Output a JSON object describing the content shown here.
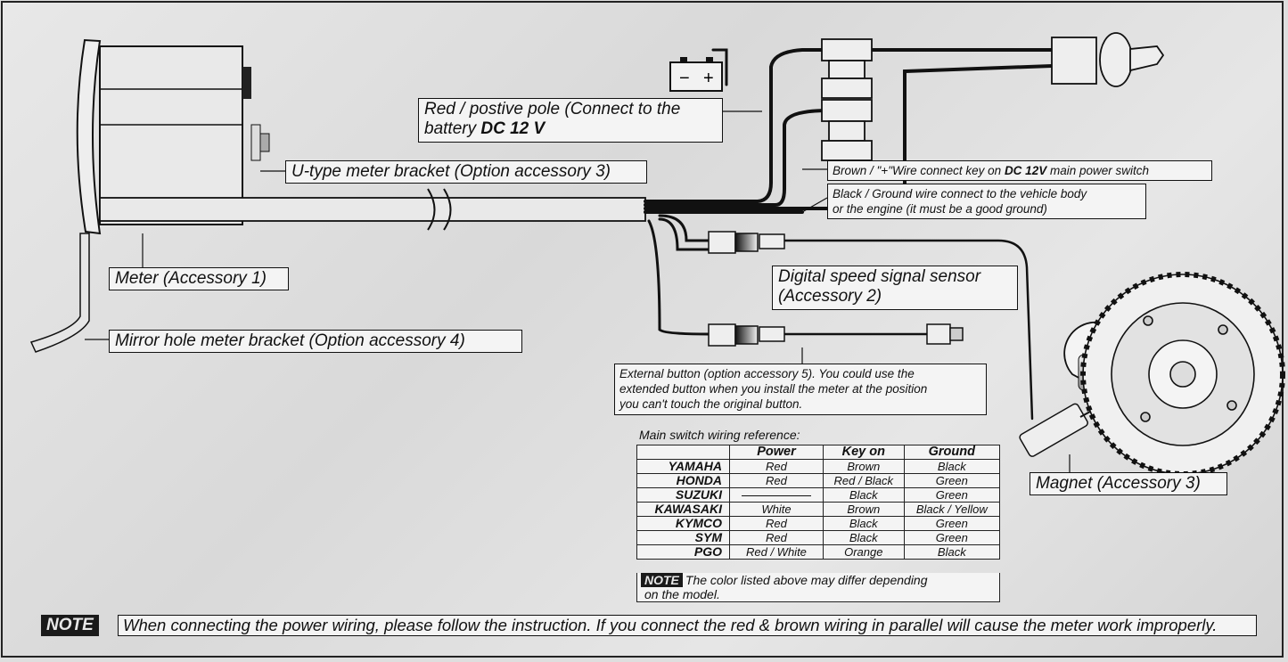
{
  "labels": {
    "red_pole_line1": "Red / postive pole (Connect to the",
    "red_pole_line2_a": "battery ",
    "red_pole_line2_b": "DC 12 V",
    "u_bracket": "U-type meter bracket (Option accessory 3)",
    "meter": "Meter (Accessory 1)",
    "mirror_bracket": "Mirror hole meter bracket (Option accessory 4)",
    "brown_a": "Brown / \"+\"Wire connect key on ",
    "brown_b": "DC 12V",
    "brown_c": " main power switch",
    "black_ground_line1": "Black / Ground wire connect to the vehicle body",
    "black_ground_line2": "or the engine (it must be a good ground)",
    "speed_sensor_line1": "Digital speed signal sensor",
    "speed_sensor_line2": "(Accessory 2)",
    "external_button_line1": "External button (option accessory 5). You could use the",
    "external_button_line2": "extended button when you install the meter at the position",
    "external_button_line3": "you can't touch the original button.",
    "magnet": "Magnet (Accessory 3)",
    "battery_minus": "−",
    "battery_plus": "+"
  },
  "wiring_reference": {
    "caption": "Main switch wiring reference:",
    "columns": [
      "",
      "Power",
      "Key on",
      "Ground"
    ],
    "rows": [
      [
        "YAMAHA",
        "Red",
        "Brown",
        "Black"
      ],
      [
        "HONDA",
        "Red",
        "Red / Black",
        "Green"
      ],
      [
        "SUZUKI",
        "",
        "Black",
        "Green"
      ],
      [
        "KAWASAKI",
        "White",
        "Brown",
        "Black / Yellow"
      ],
      [
        "KYMCO",
        "Red",
        "Black",
        "Green"
      ],
      [
        "SYM",
        "Red",
        "Black",
        "Green"
      ],
      [
        "PGO",
        "Red / White",
        "Orange",
        "Black"
      ]
    ],
    "note_tag": "NOTE",
    "note_line1": "The color listed above may differ depending",
    "note_line2": "on the model."
  },
  "bottom_note": {
    "tag": "NOTE",
    "text": "When connecting the power wiring, please follow the instruction. If you connect the red & brown wiring in parallel will cause the meter work improperly."
  }
}
